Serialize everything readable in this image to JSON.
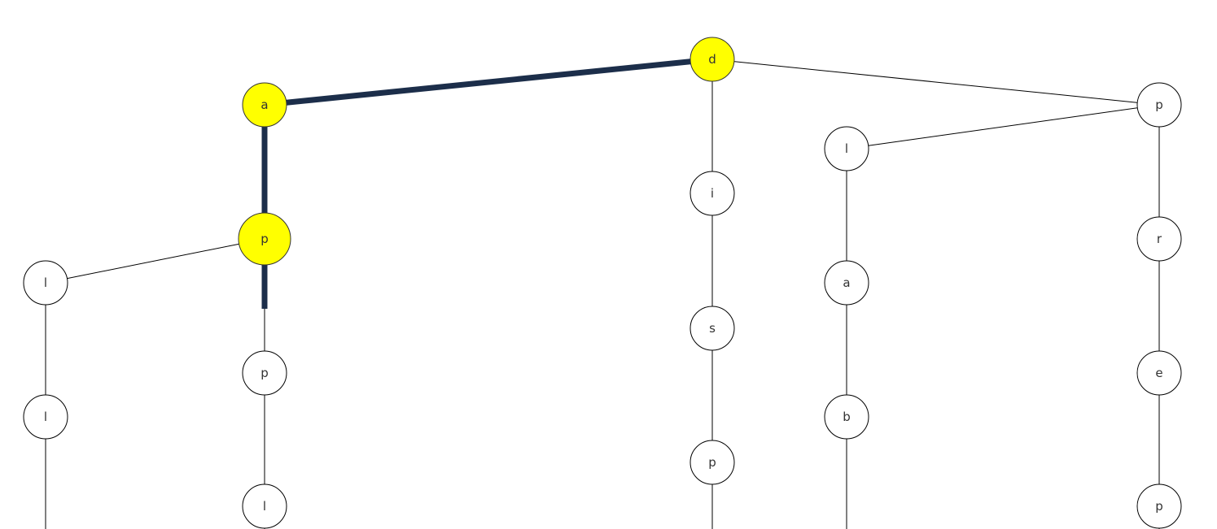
{
  "colors": {
    "node_fill": "#ffffff",
    "node_stroke": "#000000",
    "highlight_fill": "#ffff00",
    "highlight_path": "#1c2e4a",
    "label": "#333333"
  },
  "trie": {
    "root": {
      "id": "n-root",
      "label": "d",
      "highlighted": true,
      "children": [
        {
          "id": "n-a",
          "label": "a",
          "highlighted": true,
          "children": [
            {
              "id": "n-ap",
              "label": "p",
              "highlighted": true,
              "active": true,
              "children": [
                {
                  "id": "n-apl",
                  "label": "l",
                  "children": [
                    {
                      "id": "n-apll",
                      "label": "l",
                      "children": []
                    }
                  ]
                },
                {
                  "id": "n-app",
                  "label": "p",
                  "children": [
                    {
                      "id": "n-appl",
                      "label": "l",
                      "children": []
                    }
                  ]
                }
              ]
            }
          ]
        },
        {
          "id": "n-i",
          "label": "i",
          "children": [
            {
              "id": "n-is",
              "label": "s",
              "children": [
                {
                  "id": "n-isp",
                  "label": "p",
                  "children": []
                }
              ]
            }
          ]
        },
        {
          "id": "n-p",
          "label": "p",
          "children": [
            {
              "id": "n-pl",
              "label": "l",
              "children": [
                {
                  "id": "n-pla",
                  "label": "a",
                  "children": [
                    {
                      "id": "n-plab",
                      "label": "b",
                      "children": []
                    }
                  ]
                }
              ]
            },
            {
              "id": "n-pr",
              "label": "r",
              "children": [
                {
                  "id": "n-pre",
                  "label": "e",
                  "children": [
                    {
                      "id": "n-prep",
                      "label": "p",
                      "children": []
                    }
                  ]
                }
              ]
            }
          ]
        }
      ]
    }
  }
}
